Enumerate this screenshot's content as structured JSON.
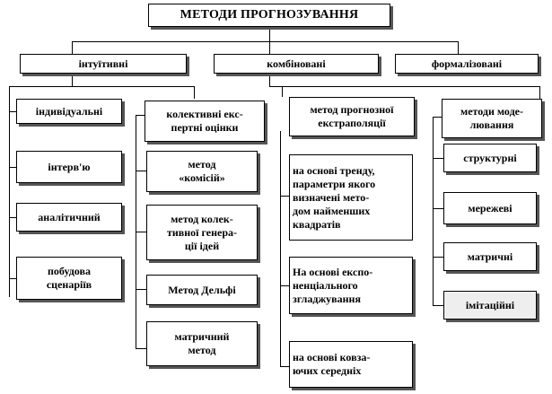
{
  "title": "МЕТОДИ ПРОГНОЗУВАННЯ",
  "categories": {
    "intuitive": "інтуїтивні",
    "combined": "комбіновані",
    "formalized": "формалізовані"
  },
  "intuitive": {
    "individual": "індивідуальні",
    "collective": "колективні екс-\nпертні оцінки",
    "individual_items": [
      "інтерв'ю",
      "аналітичний",
      "побудова\nсценаріїв"
    ],
    "collective_items": [
      "метод\n«комісій»",
      "метод колек-\nтивної генера-\nції ідей",
      "Метод Дельфі",
      "матричний\nметод"
    ]
  },
  "formalized": {
    "extrapolation": "метод прогнозної\nекстраполяції",
    "extrapolation_items": [
      "на основі тренду,\nпараметри якого\nвизначені мето-\nдом найменших\nквадратів",
      "На основі експо-\nненціального\nзгладжування",
      "на основі ковза-\nючих середніх"
    ],
    "modeling": "методи моде-\nлювання",
    "modeling_items": [
      "структурні",
      "мережеві",
      "матричні",
      "імітаційні"
    ]
  }
}
